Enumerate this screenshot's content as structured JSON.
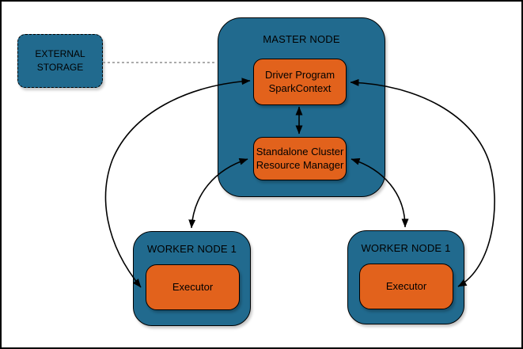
{
  "colors": {
    "node_fill": "#216A8E",
    "box_fill": "#E2621C",
    "edge": "#000000",
    "dashed_edge": "#8F8F8F",
    "border": "#000000",
    "text": "#000000",
    "canvas_background": "#FFFFFF"
  },
  "external_storage": {
    "line1": "EXTERNAL",
    "line2": "STORAGE"
  },
  "master_node": {
    "title": "MASTER NODE",
    "driver_program": {
      "line1": "Driver Program",
      "line2": "SparkContext"
    },
    "resource_manager": {
      "line1": "Standalone Cluster",
      "line2": "Resource Manager"
    }
  },
  "workers": [
    {
      "title": "WORKER NODE 1",
      "executor": "Executor"
    },
    {
      "title": "WORKER NODE 1",
      "executor": "Executor"
    }
  ],
  "edges": [
    {
      "from": "EXTERNAL STORAGE",
      "to": "MASTER NODE",
      "style": "dashed",
      "arrows": "none"
    },
    {
      "from": "Driver Program SparkContext",
      "to": "Executor (left worker)",
      "style": "solid",
      "arrows": "both"
    },
    {
      "from": "Driver Program SparkContext",
      "to": "Executor (right worker)",
      "style": "solid",
      "arrows": "both"
    },
    {
      "from": "Standalone Cluster Resource Manager",
      "to": "WORKER NODE 1 (left)",
      "style": "solid",
      "arrows": "both"
    },
    {
      "from": "Standalone Cluster Resource Manager",
      "to": "WORKER NODE 1 (right)",
      "style": "solid",
      "arrows": "both"
    },
    {
      "from": "Driver Program SparkContext",
      "to": "Standalone Cluster Resource Manager",
      "style": "solid",
      "arrows": "both"
    }
  ]
}
